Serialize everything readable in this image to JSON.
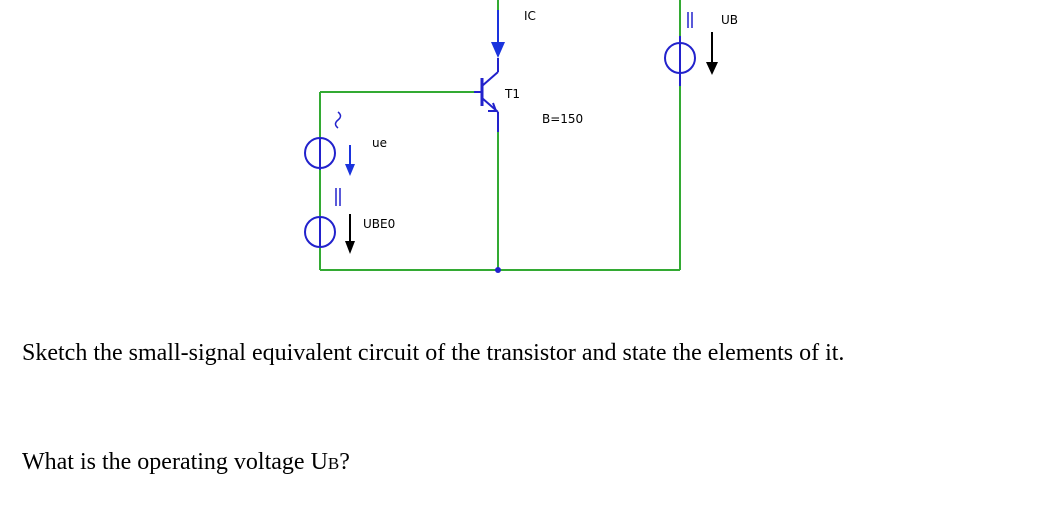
{
  "circuit": {
    "labels": {
      "ic": "IC",
      "t1": "T1",
      "beta": "B=150",
      "ub": "UB",
      "ue": "ue",
      "ube0": "UBE0"
    },
    "colors": {
      "wire": "#33aa33",
      "component": "#2222cc",
      "arrow_blue": "#1a33dd",
      "arrow_black": "#000000",
      "text": "#000000"
    }
  },
  "question1": "Sketch the small-signal equivalent circuit of the transistor and state the elements of it.",
  "question2": {
    "prefix": "What is the operating voltage U",
    "subscript": "B",
    "suffix": "?"
  }
}
